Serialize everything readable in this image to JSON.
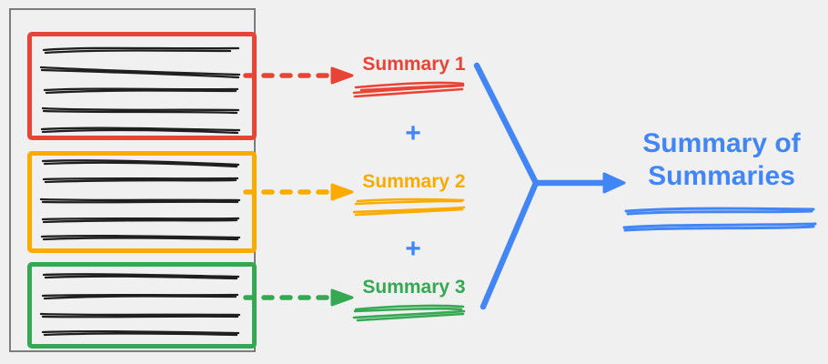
{
  "colors": {
    "background": "#F0F0F0",
    "red": "#E94335",
    "orange": "#F9AB00",
    "green": "#34A853",
    "blue": "#4285F4",
    "ink": "#1F1F1F",
    "border": "#7D7D7D"
  },
  "document": {
    "sections": [
      {
        "id": "section-1",
        "color": "red",
        "scribble_lines": 5
      },
      {
        "id": "section-2",
        "color": "orange",
        "scribble_lines": 5
      },
      {
        "id": "section-3",
        "color": "green",
        "scribble_lines": 4
      }
    ]
  },
  "summaries": [
    {
      "label": "Summary 1",
      "color": "red"
    },
    {
      "label": "Summary 2",
      "color": "orange"
    },
    {
      "label": "Summary 3",
      "color": "green"
    }
  ],
  "operators": {
    "plus": "+"
  },
  "result": {
    "line1": "Summary of",
    "line2": "Summaries",
    "color": "blue"
  }
}
